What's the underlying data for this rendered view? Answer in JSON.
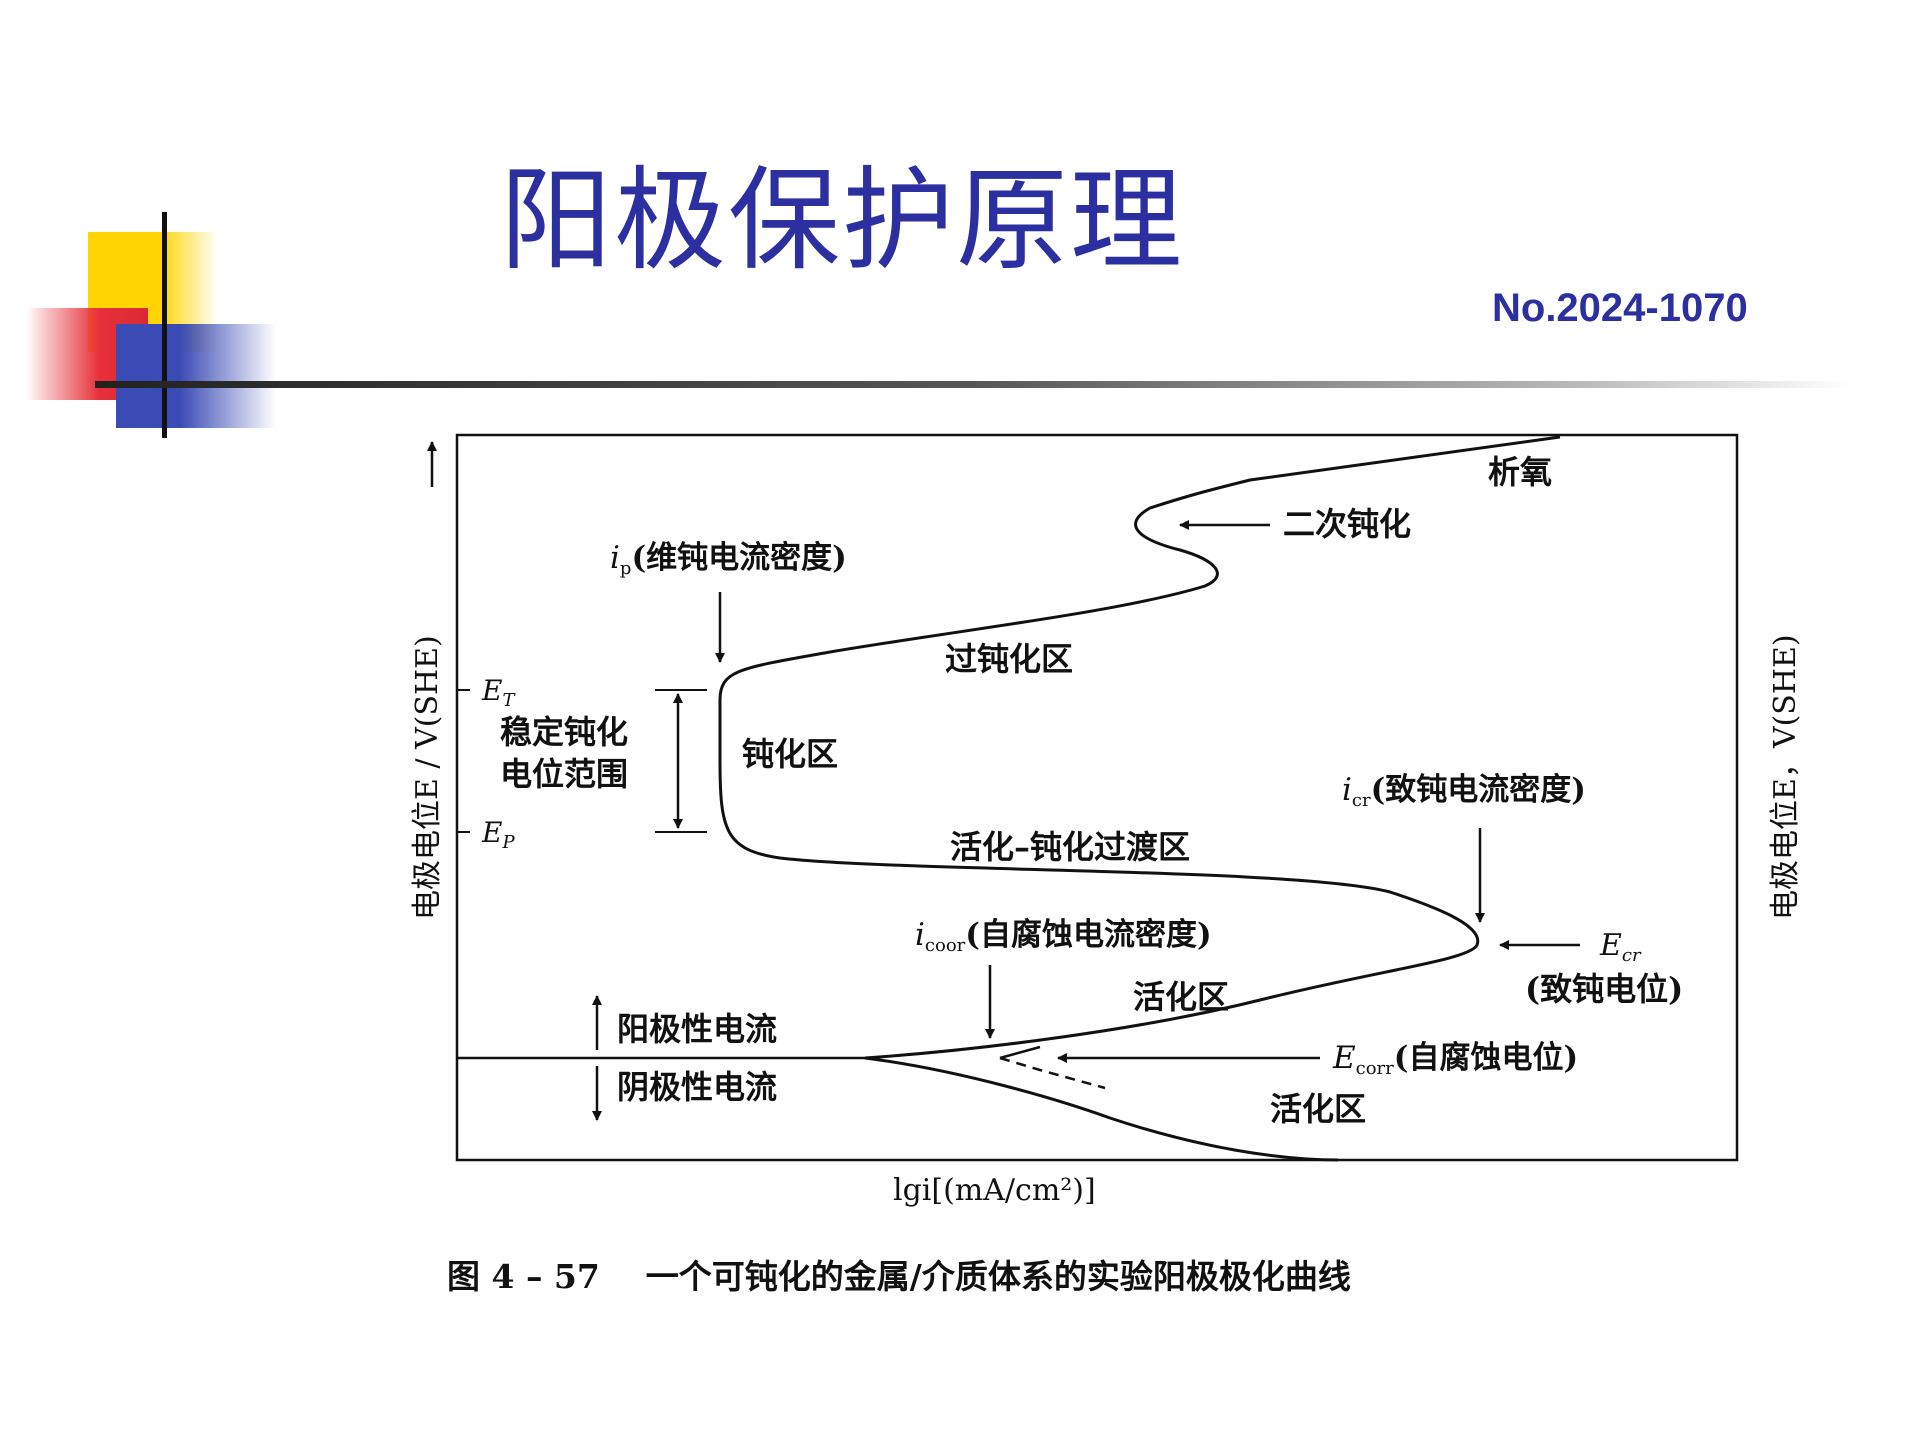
{
  "slide": {
    "title": "阳极保护原理",
    "number": "No.2024-1070"
  },
  "figure": {
    "left_axis_label": "电极电位E / V(SHE)",
    "right_axis_label": "电极电位E，V(SHE)",
    "x_axis_label": "lgi[(mA/cm²)]",
    "caption": "图 4 – 57    一个可钝化的金属/介质体系的实验阳极极化曲线",
    "tick_ET": "E",
    "tick_ET_sub": "T",
    "tick_EP": "E",
    "tick_EP_sub": "P",
    "stable_range_line1": "稳定钝化",
    "stable_range_line2": "电位范围",
    "ip_symbol": "i",
    "ip_sub": "p",
    "ip_text": "(维钝电流密度)",
    "passive_region": "钝化区",
    "transpassive_region": "过钝化区",
    "oxygen_evolution": "析氧",
    "secondary_passivation": "二次钝化",
    "transition_region": "活化–钝化过渡区",
    "icr_symbol": "i",
    "icr_sub": "cr",
    "icr_text": "(致钝电流密度)",
    "ecr_symbol": "E",
    "ecr_sub": "cr",
    "ecr_text": "(致钝电位)",
    "icorr_symbol": "i",
    "icorr_sub": "coor",
    "icorr_text": "(自腐蚀电流密度)",
    "active_region_anodic": "活化区",
    "active_region_cathodic": "活化区",
    "ecorr_symbol": "E",
    "ecorr_sub": "corr",
    "ecorr_text": "(自腐蚀电位)",
    "anodic_current": "阳极性电流",
    "cathodic_current": "阴极性电流"
  },
  "colors": {
    "title": "#2b2fa0",
    "deco_yellow": "#ffd400",
    "deco_red": "#e8303a",
    "deco_blue": "#3b4bb5"
  }
}
